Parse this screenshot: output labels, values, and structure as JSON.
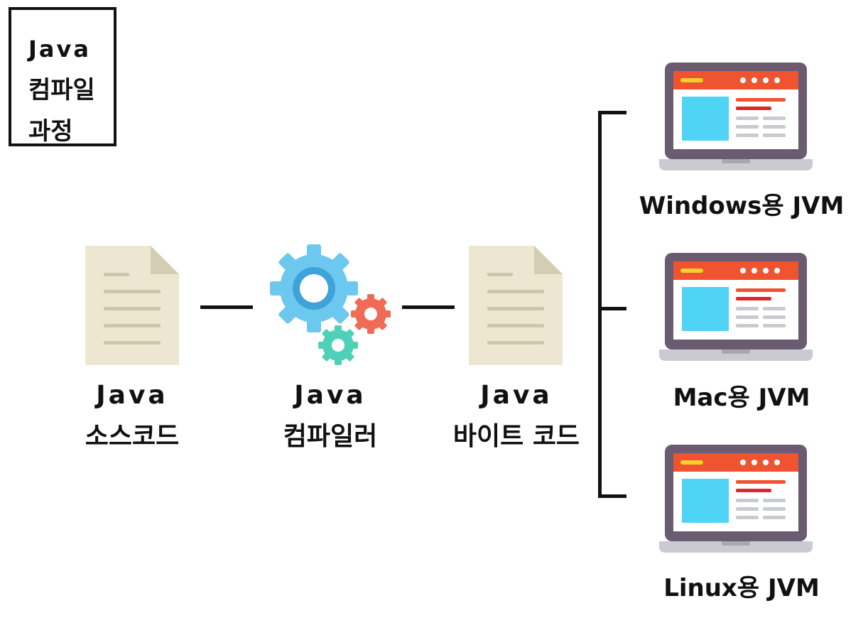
{
  "title_box": {
    "line1": "Java",
    "line2": "컴파일",
    "line3": "과정"
  },
  "steps": [
    {
      "top": "Java",
      "bottom": "소스코드"
    },
    {
      "top": "Java",
      "bottom": "컴파일러"
    },
    {
      "top": "Java",
      "bottom": "바이트 코드"
    }
  ],
  "platforms": [
    {
      "label": "Windows용 JVM"
    },
    {
      "label": "Mac용 JVM"
    },
    {
      "label": "Linux용 JVM"
    }
  ],
  "colors": {
    "document": "#ede7d2",
    "document_fold": "#d4ccb3",
    "document_lines": "#cfc6a9",
    "gear_blue": "#6cc8ee",
    "gear_blue_inner": "#3ea3d8",
    "gear_red": "#f06b55",
    "gear_teal": "#4fd1b7",
    "laptop_frame": "#6a5b72",
    "laptop_base": "#c9cbd0",
    "screen_header": "#f0532f",
    "screen_panel": "#4fd4f5"
  }
}
